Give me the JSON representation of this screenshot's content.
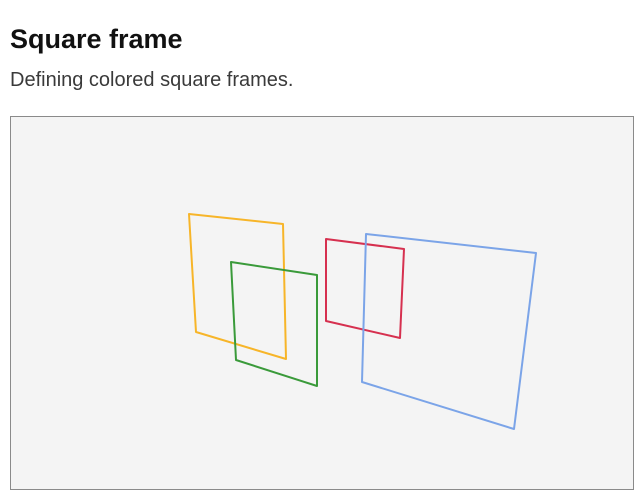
{
  "header": {
    "title": "Square frame",
    "subtitle": "Defining colored square frames."
  },
  "scene": {
    "frames": [
      {
        "name": "yellow-square-frame",
        "color": "#f7b529"
      },
      {
        "name": "green-square-frame",
        "color": "#3a9a3a"
      },
      {
        "name": "red-square-frame",
        "color": "#d6304f"
      },
      {
        "name": "blue-square-frame",
        "color": "#7ba4e8"
      }
    ]
  }
}
